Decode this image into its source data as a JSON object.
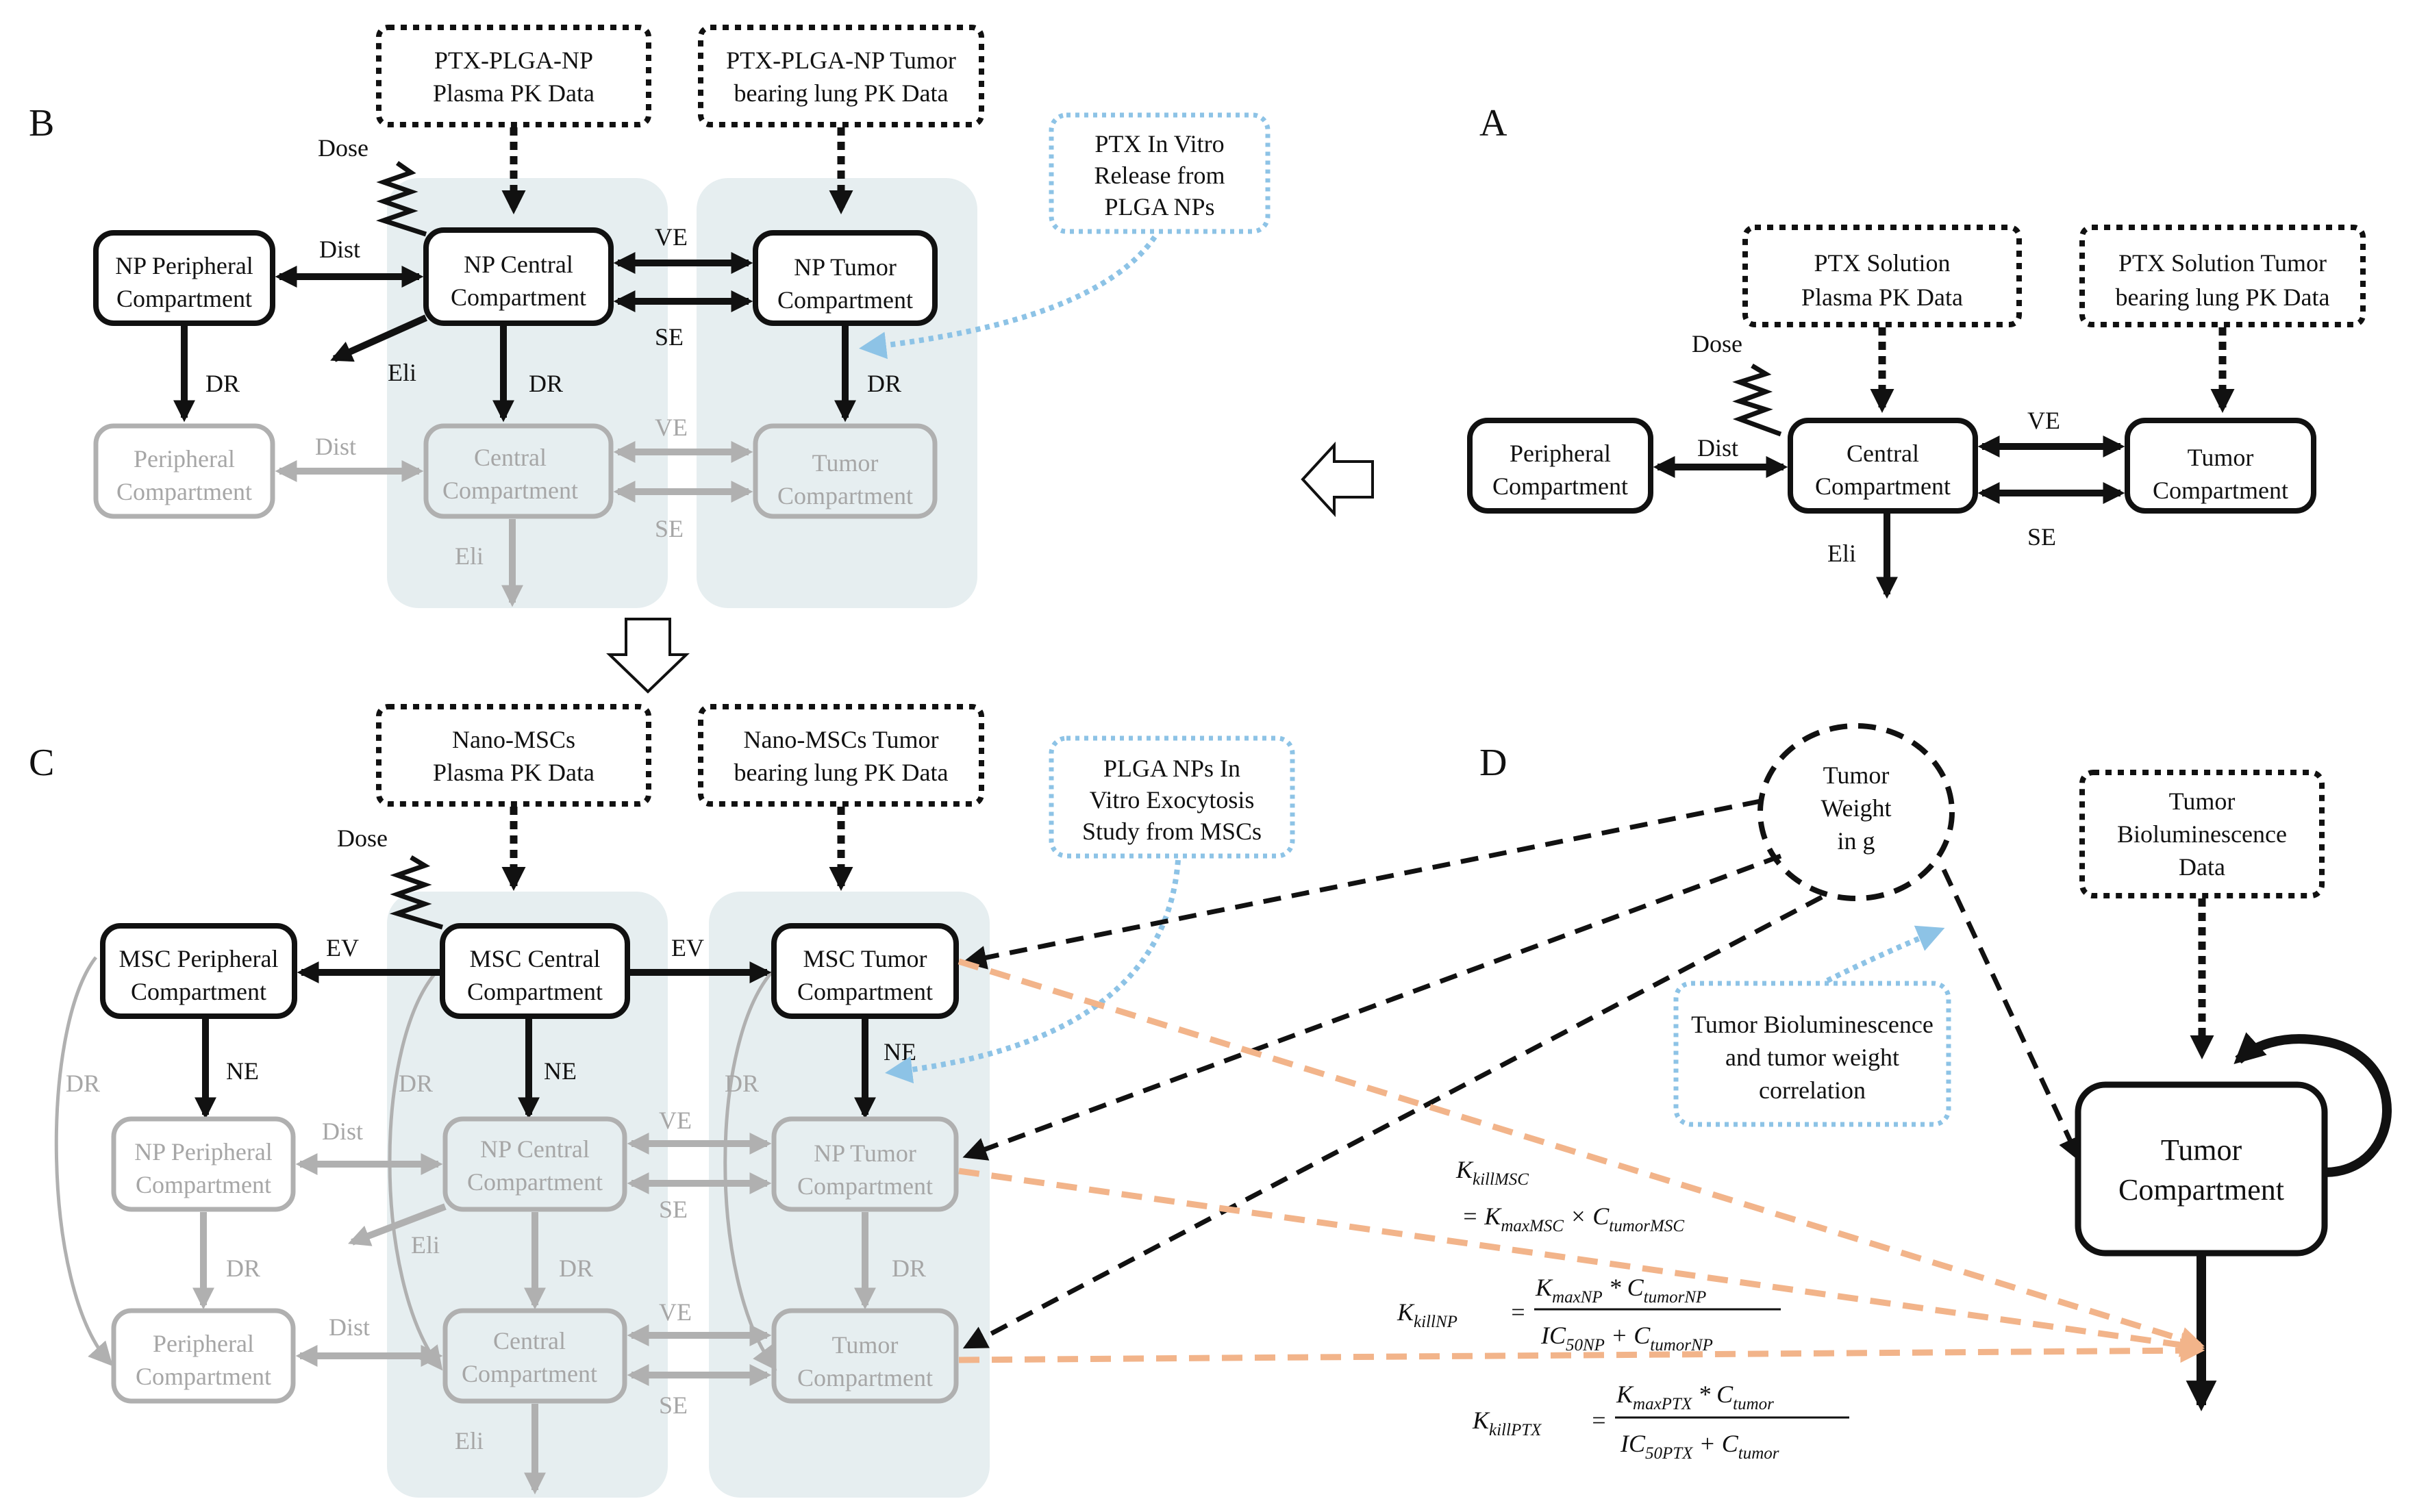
{
  "colors": {
    "black": "#111111",
    "grey": "#b0b0b0",
    "grey_text": "#a6a6a6",
    "blue": "#8dc3e6",
    "orange": "#f2b48a",
    "shade": "#e6eef0"
  },
  "panel_labels": {
    "a": "A",
    "b": "B",
    "c": "C",
    "d": "D"
  },
  "panel_a": {
    "data_plasma": [
      "PTX Solution",
      "Plasma PK Data"
    ],
    "data_tumor": [
      "PTX Solution Tumor",
      "bearing lung PK Data"
    ],
    "dose": "Dose",
    "peripheral": [
      "Peripheral",
      "Compartment"
    ],
    "central": [
      "Central",
      "Compartment"
    ],
    "tumor": [
      "Tumor",
      "Compartment"
    ],
    "dist": "Dist",
    "ve": "VE",
    "se": "SE",
    "eli": "Eli"
  },
  "panel_b": {
    "data_plasma": [
      "PTX-PLGA-NP",
      "Plasma PK Data"
    ],
    "data_tumor": [
      "PTX-PLGA-NP Tumor",
      "bearing lung PK Data"
    ],
    "release": [
      "PTX  In Vitro",
      "Release from",
      "PLGA NPs"
    ],
    "dose": "Dose",
    "np_peripheral": [
      "NP Peripheral",
      "Compartment"
    ],
    "np_central": [
      "NP Central",
      "Compartment"
    ],
    "np_tumor": [
      "NP Tumor",
      "Compartment"
    ],
    "peripheral": [
      "Peripheral",
      "Compartment"
    ],
    "central": [
      "Central",
      "Compartment"
    ],
    "tumor": [
      "Tumor",
      "Compartment"
    ],
    "dist": "Dist",
    "ve": "VE",
    "se": "SE",
    "eli": "Eli",
    "dr": "DR"
  },
  "panel_c": {
    "data_plasma": [
      "Nano-MSCs",
      "Plasma PK Data"
    ],
    "data_tumor": [
      "Nano-MSCs Tumor",
      "bearing lung PK Data"
    ],
    "exocytosis": [
      "PLGA NPs  In",
      "Vitro Exocytosis",
      "Study from MSCs"
    ],
    "dose": "Dose",
    "msc_peripheral": [
      "MSC Peripheral",
      "Compartment"
    ],
    "msc_central": [
      "MSC Central",
      "Compartment"
    ],
    "msc_tumor": [
      "MSC Tumor",
      "Compartment"
    ],
    "np_peripheral": [
      "NP Peripheral",
      "Compartment"
    ],
    "np_central": [
      "NP Central",
      "Compartment"
    ],
    "np_tumor": [
      "NP Tumor",
      "Compartment"
    ],
    "peripheral": [
      "Peripheral",
      "Compartment"
    ],
    "central": [
      "Central",
      "Compartment"
    ],
    "tumor": [
      "Tumor",
      "Compartment"
    ],
    "ev": "EV",
    "ne": "NE",
    "dr": "DR",
    "dist": "Dist",
    "ve": "VE",
    "se": "SE",
    "eli": "Eli"
  },
  "panel_d": {
    "tumor_weight": [
      "Tumor",
      "Weight",
      "in g"
    ],
    "biolum_data": [
      "Tumor",
      "Bioluminescence",
      "Data"
    ],
    "correlation": [
      "Tumor Bioluminescence",
      "and tumor weight",
      "correlation"
    ],
    "tumor_compartment": [
      "Tumor",
      "Compartment"
    ],
    "eq_msc": {
      "lhs": "K",
      "lhs_sub": "killMSC",
      "line2_eq": "= K",
      "line2_sub1": "maxMSC",
      "times": " × C",
      "line2_sub2": "tumorMSC"
    },
    "eq_np": {
      "lhs": "K",
      "lhs_sub": "killNP",
      "eq": "=",
      "num_a": "K",
      "num_a_sub": "maxNP",
      "num_op": " * C",
      "num_b_sub": "tumorNP",
      "den_a": "IC",
      "den_a_sub": "50NP",
      "den_op": " + C",
      "den_b_sub": "tumorNP"
    },
    "eq_ptx": {
      "lhs": "K",
      "lhs_sub": "killPTX",
      "eq": "=",
      "num_a": "K",
      "num_a_sub": "maxPTX",
      "num_op": " * C",
      "num_b_sub": "tumor",
      "den_a": "IC",
      "den_a_sub": "50PTX",
      "den_op": " + C",
      "den_b_sub": "tumor"
    }
  }
}
